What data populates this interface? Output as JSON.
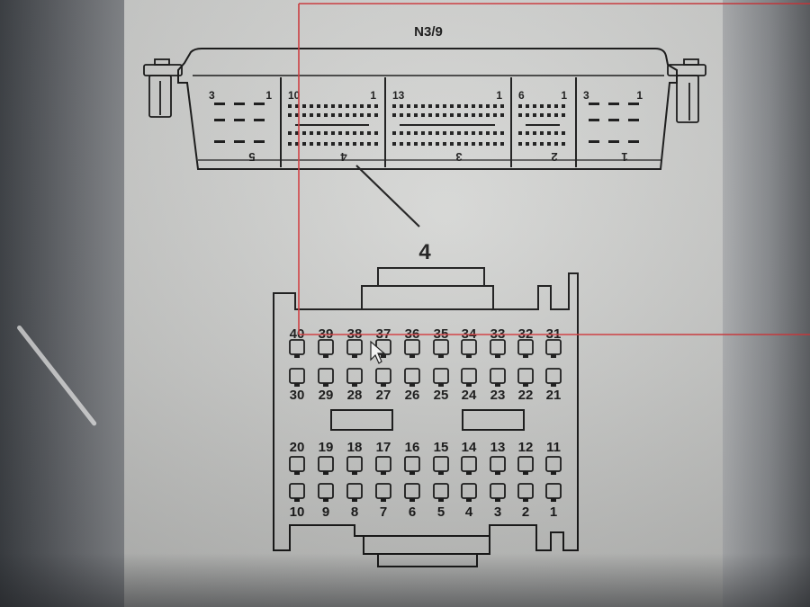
{
  "title": "N3/9",
  "callout": "4",
  "overview_sections": [
    {
      "id": "5",
      "pin_left": "3",
      "pin_right": "1",
      "label": "5"
    },
    {
      "id": "4",
      "pin_left": "10",
      "pin_right": "1",
      "label": "4"
    },
    {
      "id": "3",
      "pin_left": "13",
      "pin_right": "1",
      "label": "3"
    },
    {
      "id": "2",
      "pin_left": "6",
      "pin_right": "1",
      "label": "2"
    },
    {
      "id": "1",
      "pin_left": "3",
      "pin_right": "1",
      "label": "1"
    }
  ],
  "detail_rows": {
    "row_top": [
      "40",
      "39",
      "38",
      "37",
      "36",
      "35",
      "34",
      "33",
      "32",
      "31"
    ],
    "row_2": [
      "30",
      "29",
      "28",
      "27",
      "26",
      "25",
      "24",
      "23",
      "22",
      "21"
    ],
    "row_3": [
      "20",
      "19",
      "18",
      "17",
      "16",
      "15",
      "14",
      "13",
      "12",
      "11"
    ],
    "row_bottom": [
      "10",
      "9",
      "8",
      "7",
      "6",
      "5",
      "4",
      "3",
      "2",
      "1"
    ]
  },
  "colors": {
    "ink": "#111111",
    "paper": "#d5d6d4",
    "highlight": "#d8363a"
  }
}
